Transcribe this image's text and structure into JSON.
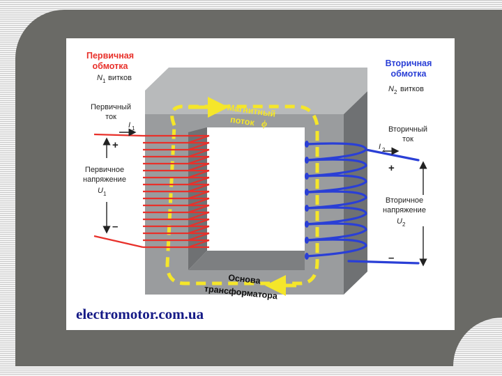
{
  "diagram": {
    "primary_winding": {
      "title_line1": "Первичная",
      "title_line2": "обмотка",
      "turns_symbol": "N",
      "turns_sub": "1",
      "turns_text": "витков"
    },
    "secondary_winding": {
      "title_line1": "Вторичная",
      "title_line2": "обмотка",
      "turns_symbol": "N",
      "turns_sub": "2",
      "turns_text": "витков"
    },
    "primary_current": {
      "line1": "Первичный",
      "line2": "ток",
      "symbol": "I",
      "sub": "1"
    },
    "secondary_current": {
      "line1": "Вторичный",
      "line2": "ток",
      "symbol": "I",
      "sub": "2"
    },
    "primary_voltage": {
      "line1": "Первичное",
      "line2": "напряжение",
      "symbol": "U",
      "sub": "1",
      "plus": "+",
      "minus": "–"
    },
    "secondary_voltage": {
      "line1": "Вторичное",
      "line2": "напряжение",
      "symbol": "U",
      "sub": "2",
      "plus": "+",
      "minus": "–"
    },
    "flux": {
      "line1": "Магнитный",
      "line2": "поток",
      "symbol": "ϕ"
    },
    "core": {
      "line1": "Основа",
      "line2": "трансформатора"
    },
    "watermark": "electromotor.com.ua",
    "colors": {
      "primary": "#e8302a",
      "secondary": "#2a3fd6",
      "flux": "#f5e62a",
      "core": "#9a9c9e"
    }
  }
}
